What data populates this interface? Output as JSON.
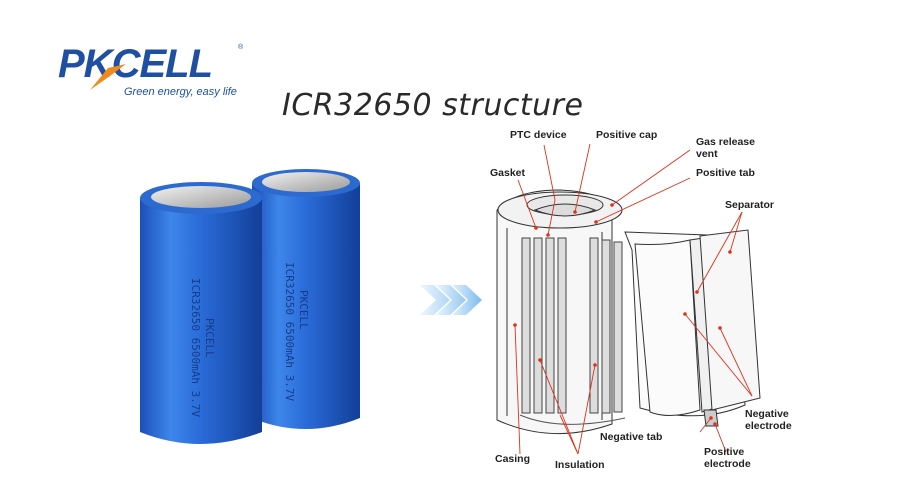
{
  "brand": {
    "name_part1": "PK",
    "name_part2": "CELL",
    "tagline": "Green energy, easy life",
    "registered": "®",
    "colors": {
      "blue": "#1f4fa3",
      "orange": "#f08a1c"
    }
  },
  "title": "ICR32650 structure",
  "cells": [
    {
      "brand_print": "PKCELL",
      "model_print": "ICR32650 6500mAh 3.7V"
    },
    {
      "brand_print": "PKCELL",
      "model_print": "ICR32650 6500mAh 3.7V"
    }
  ],
  "arrow": {
    "icon": "chevron-right-icon",
    "count": 3,
    "color": "#8cc4ee"
  },
  "labels": {
    "ptc_device": "PTC device",
    "positive_cap": "Positive cap",
    "gas_release_vent_1": "Gas release",
    "gas_release_vent_2": "vent",
    "positive_tab": "Positive tab",
    "gasket": "Gasket",
    "separator": "Separator",
    "negative_electrode_1": "Negative",
    "negative_electrode_2": "electrode",
    "negative_tab": "Negative tab",
    "positive_electrode_1": "Positive",
    "positive_electrode_2": "electrode",
    "casing": "Casing",
    "insulation": "Insulation"
  },
  "colors": {
    "cell_blue": "#2b6fd6",
    "leader_line": "#d9341c",
    "dot": "#d9341c"
  }
}
